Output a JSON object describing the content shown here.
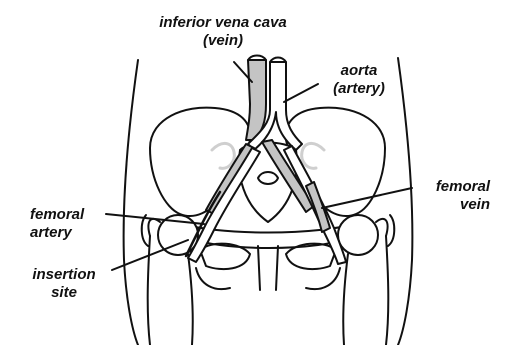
{
  "labels": {
    "ivc": {
      "line1": "inferior vena cava",
      "line2": "(vein)"
    },
    "aorta": {
      "line1": "aorta",
      "line2": "(artery)"
    },
    "femoral_vein": {
      "line1": "femoral",
      "line2": "vein"
    },
    "femoral_artery": {
      "line1": "femoral",
      "line2": "artery"
    },
    "insertion_site": {
      "line1": "insertion",
      "line2": "site"
    }
  },
  "colors": {
    "outline": "#111111",
    "vein_fill": "#c4c4c4",
    "bone_fill": "#ffffff",
    "faint_bone": "#cfcfcf"
  }
}
